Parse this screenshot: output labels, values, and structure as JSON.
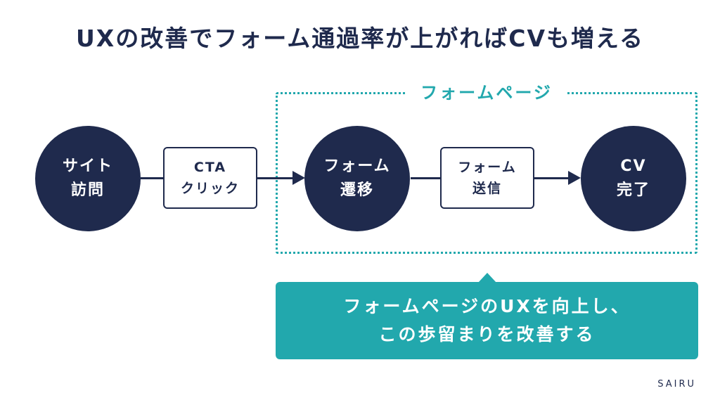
{
  "title": "UXの改善でフォーム通過率が上がればCVも増える",
  "frame_label": "フォームページ",
  "nodes": [
    {
      "shape": "circle",
      "line1": "サイト",
      "line2": "訪問"
    },
    {
      "shape": "box",
      "line1": "CTA",
      "line2": "クリック"
    },
    {
      "shape": "circle",
      "line1": "フォーム",
      "line2": "遷移"
    },
    {
      "shape": "box",
      "line1": "フォーム",
      "line2": "送信"
    },
    {
      "shape": "circle",
      "line1": "CV",
      "line2": "完了"
    }
  ],
  "callout": {
    "line1": "フォームページのUXを向上し、",
    "line2": "この歩留まりを改善する"
  },
  "logo": "SAIRU",
  "colors": {
    "navy": "#1f2a4d",
    "teal": "#22a8ad",
    "background": "#ffffff"
  }
}
